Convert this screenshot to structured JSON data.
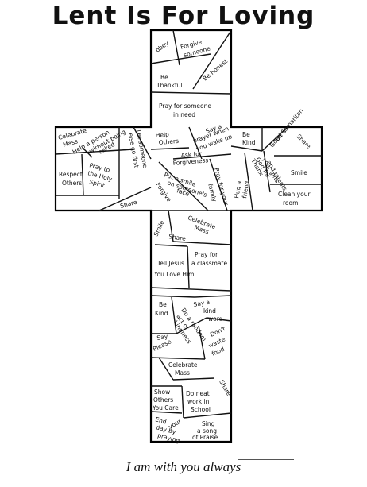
{
  "title": "Lent Is For Loving",
  "footer": "I am with you always",
  "phrases": {
    "obey": "obey",
    "forgive_1": "Forgive",
    "forgive_2": "someone",
    "be_thankful_1": "Be",
    "be_thankful_2": "Thankful",
    "be_honest": "Be honest",
    "pray_someone_1": "Pray for someone",
    "pray_someone_2": "in need",
    "celebrate_mass_left_1": "Celebrate",
    "celebrate_mass_left_2": "Mass",
    "help_person_1": "Help a person",
    "help_person_2": "without being",
    "help_person_3": "asked",
    "let_someone_1": "Let someone",
    "let_someone_2": "else go first",
    "respect_1": "Respect",
    "respect_2": "Others",
    "pray_spirit_1": "Pray to",
    "pray_spirit_2": "the Holy",
    "pray_spirit_3": "Spirit",
    "share_left": "Share",
    "help_others_1": "Help",
    "help_others_2": "Others",
    "say_prayer_1": "Say a",
    "say_prayer_2": "prayer when",
    "say_prayer_3": "you wake up",
    "ask_forgiveness_1": "Ask for",
    "ask_forgiveness_2": "Forgiveness",
    "put_smile_1": "Put a smile",
    "put_smile_2": "on someone's",
    "put_smile_3": "face",
    "pray_family_1": "Pray for your",
    "pray_family_2": "family",
    "forgive_center": "Forgive",
    "be_kind_right_1": "Be",
    "be_kind_right_2": "Kind",
    "be_samaritan_1": "Be a",
    "be_samaritan_2": "Good Samaritan",
    "share_right": "Share",
    "hug_friend_1": "Hug a",
    "hug_friend_2": "friend",
    "thank_god_1": "Thank",
    "thank_god_2": "God for",
    "thank_god_3": "your gifts",
    "thank_god_4": "and talents",
    "smile_right": "Smile",
    "clean_room_1": "Clean your",
    "clean_room_2": "room",
    "smile_low": "Smile",
    "celebrate_mass_mid_1": "Celebrate",
    "celebrate_mass_mid_2": "Mass",
    "share_mid": "Share",
    "pray_classmate_1": "Pray for",
    "pray_classmate_2": "a classmate",
    "tell_jesus_1": "Tell Jesus",
    "tell_jesus_2": "You Love Him",
    "be_kind_low_1": "Be",
    "be_kind_low_2": "Kind",
    "say_kind_word_1": "Say a",
    "say_kind_word_2": "kind",
    "say_kind_word_3": "word",
    "random_act_1": "Do a random",
    "random_act_2": "act of",
    "random_act_3": "kindness",
    "say_please_1": "Say",
    "say_please_2": "Please",
    "dont_waste_1": "Don't",
    "dont_waste_2": "waste",
    "dont_waste_3": "food",
    "celebrate_mass_low_1": "Celebrate",
    "celebrate_mass_low_2": "Mass",
    "share_low": "Share",
    "show_others_1": "Show",
    "show_others_2": "Others",
    "show_others_3": "You Care",
    "do_neat_1": "Do neat",
    "do_neat_2": "work in",
    "do_neat_3": "School",
    "end_day_1": "End",
    "end_day_2": "your",
    "end_day_3": "day by",
    "end_day_4": "praying",
    "sing_song_1": "Sing",
    "sing_song_2": "a song",
    "sing_song_3": "of Praise"
  }
}
